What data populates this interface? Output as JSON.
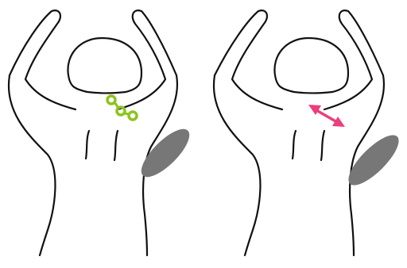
{
  "panels": [
    {
      "id": "left",
      "figure": "back-view-arms-raised",
      "marker": "pressure-points",
      "marker_count": 3
    },
    {
      "id": "right",
      "figure": "back-view-arms-raised",
      "marker": "double-headed-arrow"
    }
  ],
  "colors": {
    "outline": "#111111",
    "points": "#8cc41e",
    "arrow": "#ec3d7d",
    "pad": "#777777",
    "background": "#ffffff"
  },
  "icons": [
    "green-circle-points",
    "pink-double-arrow",
    "gray-oval-pad"
  ]
}
